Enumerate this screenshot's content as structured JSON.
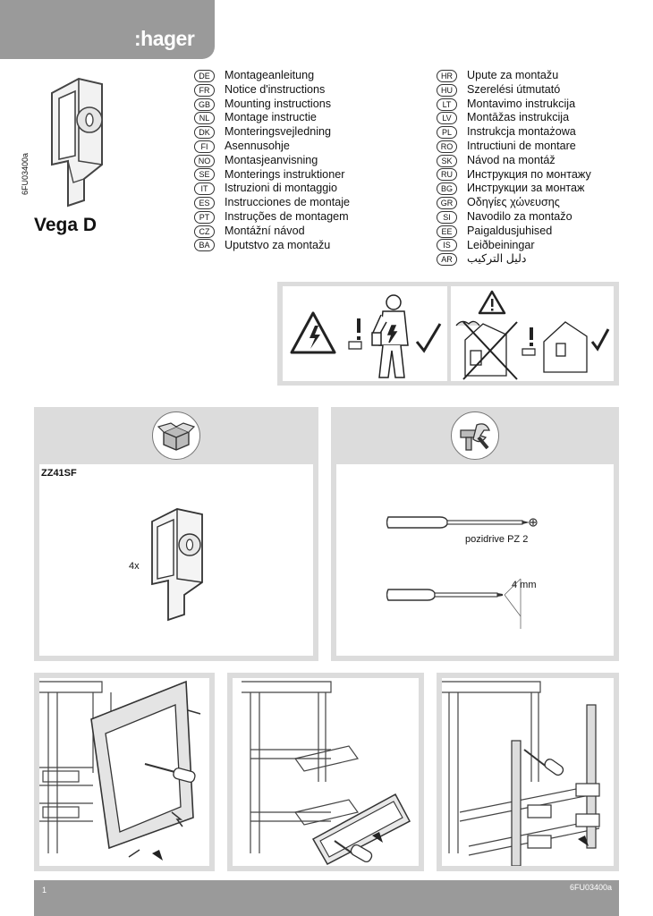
{
  "header": {
    "brand": ":hager"
  },
  "document_code": "6FU03400a",
  "product_name": "Vega D",
  "languages_left": [
    {
      "code": "DE",
      "label": "Montageanleitung"
    },
    {
      "code": "FR",
      "label": "Notice d'instructions"
    },
    {
      "code": "GB",
      "label": "Mounting instructions"
    },
    {
      "code": "NL",
      "label": "Montage instructie"
    },
    {
      "code": "DK",
      "label": "Monteringsvejledning"
    },
    {
      "code": "FI",
      "label": "Asennusohje"
    },
    {
      "code": "NO",
      "label": "Montasjeanvisning"
    },
    {
      "code": "SE",
      "label": "Monterings instruktioner"
    },
    {
      "code": "IT",
      "label": "Istruzioni di montaggio"
    },
    {
      "code": "ES",
      "label": "Instrucciones de montaje"
    },
    {
      "code": "PT",
      "label": "Instruções de montagem"
    },
    {
      "code": "CZ",
      "label": "Montážní návod"
    },
    {
      "code": "BA",
      "label": "Uputstvo za montažu"
    }
  ],
  "languages_right": [
    {
      "code": "HR",
      "label": "Upute za montažu"
    },
    {
      "code": "HU",
      "label": "Szerelési útmutató"
    },
    {
      "code": "LT",
      "label": "Montavimo instrukcija"
    },
    {
      "code": "LV",
      "label": "Montāžas instrukcija"
    },
    {
      "code": "PL",
      "label": "Instrukcja montażowa"
    },
    {
      "code": "RO",
      "label": "Intructiuni de montare"
    },
    {
      "code": "SK",
      "label": "Návod na montáž"
    },
    {
      "code": "RU",
      "label": "Инструкция по монтажу"
    },
    {
      "code": "BG",
      "label": "Инструкции за монтаж"
    },
    {
      "code": "GR",
      "label": "Οδηγίες χώνευσης"
    },
    {
      "code": "SI",
      "label": "Navodilo za montažo"
    },
    {
      "code": "EE",
      "label": "Paigaldusjuhised"
    },
    {
      "code": "IS",
      "label": "Leiðbeiningar"
    },
    {
      "code": "AR",
      "label": "دليل التركيب"
    }
  ],
  "contents_panel": {
    "part_number": "ZZ41SF",
    "quantity": "4x"
  },
  "tools_panel": {
    "tool1": "pozidrive PZ 2",
    "tool2": "4 mm"
  },
  "footer": {
    "page": "1",
    "code": "6FU03400a"
  }
}
